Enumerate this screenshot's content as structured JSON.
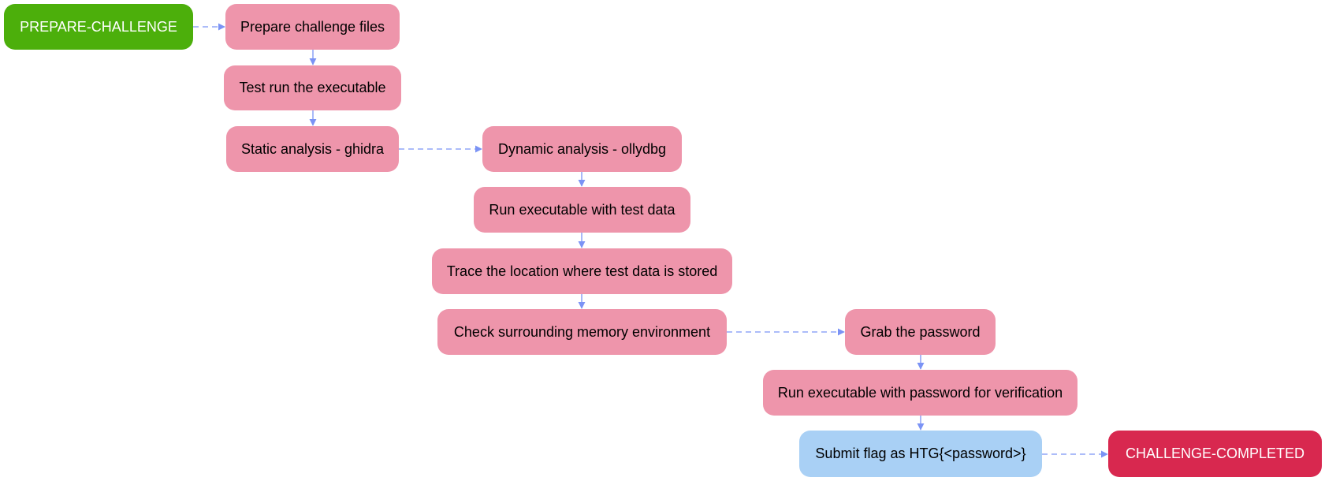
{
  "diagram": {
    "nodes": [
      {
        "id": "prepare-challenge",
        "label": "PREPARE-CHALLENGE"
      },
      {
        "id": "prepare-files",
        "label": "Prepare challenge files"
      },
      {
        "id": "test-run",
        "label": "Test run the executable"
      },
      {
        "id": "static-analysis",
        "label": "Static analysis - ghidra"
      },
      {
        "id": "dynamic-analysis",
        "label": "Dynamic analysis - ollydbg"
      },
      {
        "id": "run-test-data",
        "label": "Run executable with test data"
      },
      {
        "id": "trace-location",
        "label": "Trace the location where test data is stored"
      },
      {
        "id": "check-memory",
        "label": "Check surrounding memory environment"
      },
      {
        "id": "grab-password",
        "label": "Grab the password"
      },
      {
        "id": "run-verify",
        "label": "Run executable with password for verification"
      },
      {
        "id": "submit-flag",
        "label": "Submit flag as HTG{<password>}"
      },
      {
        "id": "challenge-completed",
        "label": "CHALLENGE-COMPLETED"
      }
    ],
    "edges": [
      {
        "from": "prepare-challenge",
        "to": "prepare-files",
        "style": "dashed"
      },
      {
        "from": "prepare-files",
        "to": "test-run",
        "style": "solid"
      },
      {
        "from": "test-run",
        "to": "static-analysis",
        "style": "solid"
      },
      {
        "from": "static-analysis",
        "to": "dynamic-analysis",
        "style": "dashed"
      },
      {
        "from": "dynamic-analysis",
        "to": "run-test-data",
        "style": "solid"
      },
      {
        "from": "run-test-data",
        "to": "trace-location",
        "style": "solid"
      },
      {
        "from": "trace-location",
        "to": "check-memory",
        "style": "solid"
      },
      {
        "from": "check-memory",
        "to": "grab-password",
        "style": "dashed"
      },
      {
        "from": "grab-password",
        "to": "run-verify",
        "style": "solid"
      },
      {
        "from": "run-verify",
        "to": "submit-flag",
        "style": "solid"
      },
      {
        "from": "submit-flag",
        "to": "challenge-completed",
        "style": "dashed"
      }
    ],
    "colors": {
      "start": "#4caf0b",
      "step": "#ee95ab",
      "final_step": "#a9d0f5",
      "end": "#d8284f",
      "edge": "#7b93f5"
    }
  }
}
